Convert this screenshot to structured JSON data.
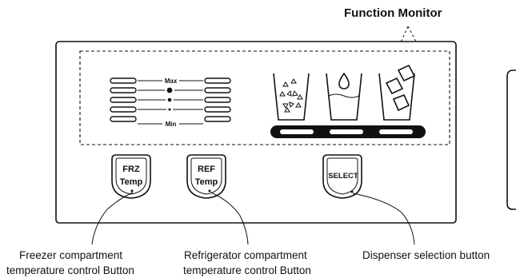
{
  "title": "Function Monitor",
  "scale": {
    "max_label": "Max",
    "min_label": "Min"
  },
  "buttons": {
    "freezer": {
      "line1": "FRZ",
      "line2": "Temp"
    },
    "refrigerator": {
      "line1": "REF",
      "line2": "Temp"
    },
    "select": {
      "label": "SELECT"
    }
  },
  "captions": {
    "freezer": {
      "line1": "Freezer compartment",
      "line2": "temperature control Button"
    },
    "refrigerator": {
      "line1": "Refrigerator compartment",
      "line2": "temperature control Button"
    },
    "dispenser": {
      "line1": "Dispenser selection button"
    }
  },
  "dispenser_modes": [
    "crushed-ice-icon",
    "water-icon",
    "cubed-ice-icon"
  ]
}
